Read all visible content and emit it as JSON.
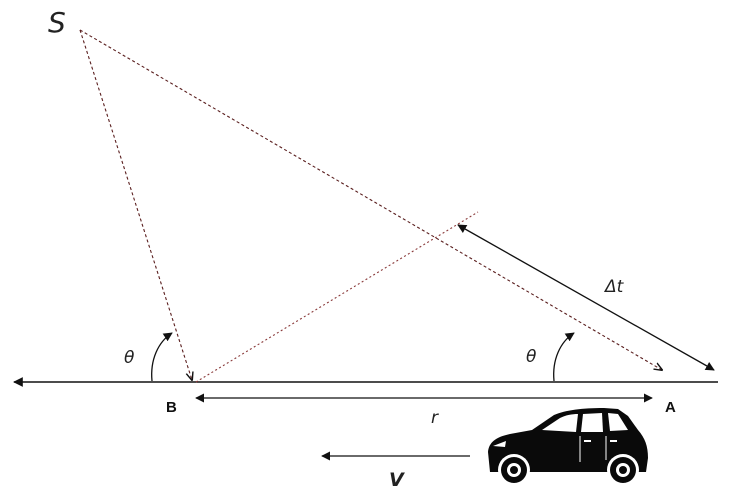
{
  "labels": {
    "source": "S",
    "point_b": "B",
    "point_a": "A",
    "distance": "r",
    "time_delay": "Δt",
    "angle_left": "θ",
    "angle_right": "θ",
    "velocity": "V"
  },
  "colors": {
    "ground_line": "#111111",
    "ray_dashed": "#5a1e1e",
    "wavefront_dotted": "#8a3a3a",
    "car_body": "#0a0a0a",
    "car_window": "#ffffff"
  },
  "icons": {
    "vehicle": "car-icon"
  }
}
